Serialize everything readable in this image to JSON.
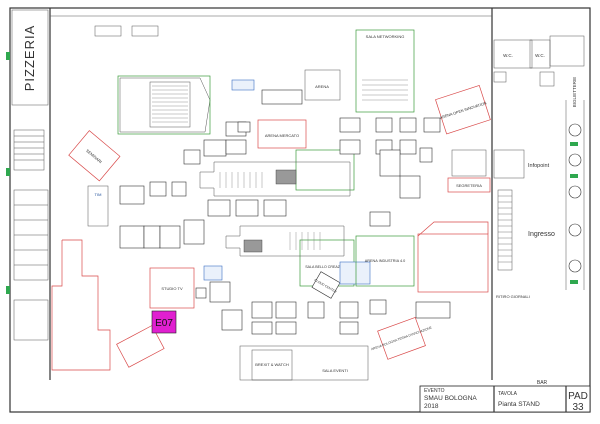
{
  "labels": {
    "pizzeria": "PIZZERIA",
    "wc_left": "W.C.",
    "wc_right": "W.C.",
    "biglietterie": "BIGLIETTERIE",
    "infopoint": "Infopoint",
    "segreteria": "SEGRETERIA",
    "ingresso": "Ingresso",
    "ritiro_giornali": "RITIRO GIORNALI",
    "bar": "BAR",
    "sala_networking": "SALA NETWORKING",
    "arena": "ARENA",
    "arena_open_innovation": "ARENA OPEN INNOVATION",
    "arena_mercato": "ARENA MERCATO",
    "sala_bello": "SALA BELLO CREAZIONE",
    "cloud_center": "CLOUD CENTER",
    "studio_tv": "STUDIO TV",
    "arena_industria": "ARENA INDUSTRIA 4.0",
    "arena_bologna": "ARENA BOLOGNA TERRA D'INNOVAZIONE",
    "brexit": "BREXIT & WATCH",
    "sala_eventi": "SALA EVENTI",
    "highlight_stand": "E07",
    "tim": "TIM",
    "seminari": "SEMINARI"
  },
  "title_block": {
    "evento_label": "EVENTO",
    "evento_name": "SMAU BOLOGNA",
    "evento_year": "2018",
    "tavola_label": "TAVOLA",
    "tavola_value": "Pianta STAND",
    "pad_label": "PAD",
    "pad_value": "33"
  },
  "colors": {
    "highlight": "#e020d0",
    "walls": "#333333",
    "red_zone": "#d94a4a",
    "green_zone": "#3a9a3a",
    "blue_zone": "#3c6fc3"
  }
}
